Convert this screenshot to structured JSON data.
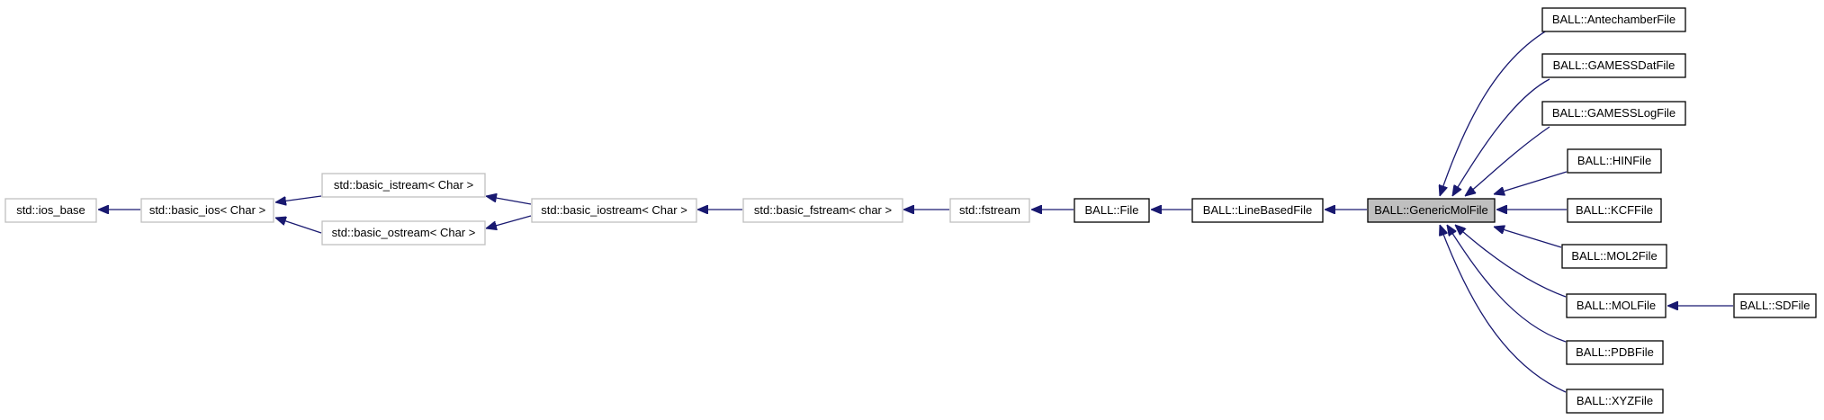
{
  "nodes": {
    "ios_base": "std::ios_base",
    "basic_ios": "std::basic_ios< Char >",
    "basic_istream": "std::basic_istream< Char >",
    "basic_ostream": "std::basic_ostream< Char >",
    "basic_iostream": "std::basic_iostream< Char >",
    "basic_fstream": "std::basic_fstream< char >",
    "fstream": "std::fstream",
    "file": "BALL::File",
    "line_based_file": "BALL::LineBasedFile",
    "generic_mol_file": "BALL::GenericMolFile",
    "antechamber_file": "BALL::AntechamberFile",
    "gamess_dat_file": "BALL::GAMESSDatFile",
    "gamess_log_file": "BALL::GAMESSLogFile",
    "hin_file": "BALL::HINFile",
    "kcf_file": "BALL::KCFFile",
    "mol2_file": "BALL::MOL2File",
    "mol_file": "BALL::MOLFile",
    "pdb_file": "BALL::PDBFile",
    "xyz_file": "BALL::XYZFile",
    "sd_file": "BALL::SDFile"
  },
  "edges": [
    {
      "from": "basic_ios",
      "to": "ios_base"
    },
    {
      "from": "basic_istream",
      "to": "basic_ios"
    },
    {
      "from": "basic_ostream",
      "to": "basic_ios"
    },
    {
      "from": "basic_iostream",
      "to": "basic_istream"
    },
    {
      "from": "basic_iostream",
      "to": "basic_ostream"
    },
    {
      "from": "basic_fstream",
      "to": "basic_iostream"
    },
    {
      "from": "fstream",
      "to": "basic_fstream"
    },
    {
      "from": "file",
      "to": "fstream"
    },
    {
      "from": "line_based_file",
      "to": "file"
    },
    {
      "from": "generic_mol_file",
      "to": "line_based_file"
    },
    {
      "from": "antechamber_file",
      "to": "generic_mol_file"
    },
    {
      "from": "gamess_dat_file",
      "to": "generic_mol_file"
    },
    {
      "from": "gamess_log_file",
      "to": "generic_mol_file"
    },
    {
      "from": "hin_file",
      "to": "generic_mol_file"
    },
    {
      "from": "kcf_file",
      "to": "generic_mol_file"
    },
    {
      "from": "mol2_file",
      "to": "generic_mol_file"
    },
    {
      "from": "mol_file",
      "to": "generic_mol_file"
    },
    {
      "from": "pdb_file",
      "to": "generic_mol_file"
    },
    {
      "from": "xyz_file",
      "to": "generic_mol_file"
    },
    {
      "from": "sd_file",
      "to": "mol_file"
    }
  ],
  "colors": {
    "edge": "#191970",
    "external_border": "#bfbfbf",
    "focus_fill": "#bfbfbf"
  }
}
